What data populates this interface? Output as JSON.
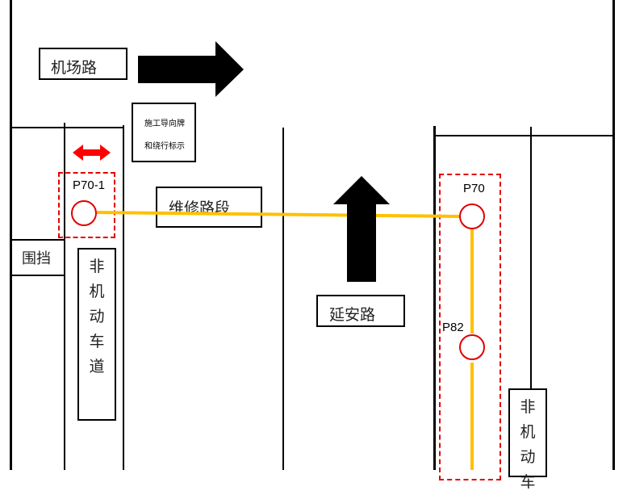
{
  "roads": {
    "jichang_road": "机场路",
    "yanan_road": "延安路"
  },
  "signs": {
    "construction_sign_line1": "施工导向牌",
    "construction_sign_line2": "和绕行标示",
    "repair_section": "维修路段",
    "barrier": "围挡",
    "bike_lane_left": "非\n机\n动\n车\n道",
    "bike_lane_right": "非\n机\n动\n车"
  },
  "points": {
    "p70_1": "P70-1",
    "p70": "P70",
    "p82": "P82"
  },
  "colors": {
    "route": "#ffc000",
    "point": "#e00000",
    "dashed_zone": "#e00000",
    "arrow": "#000000",
    "bidirectional_arrow": "#ff0000"
  }
}
